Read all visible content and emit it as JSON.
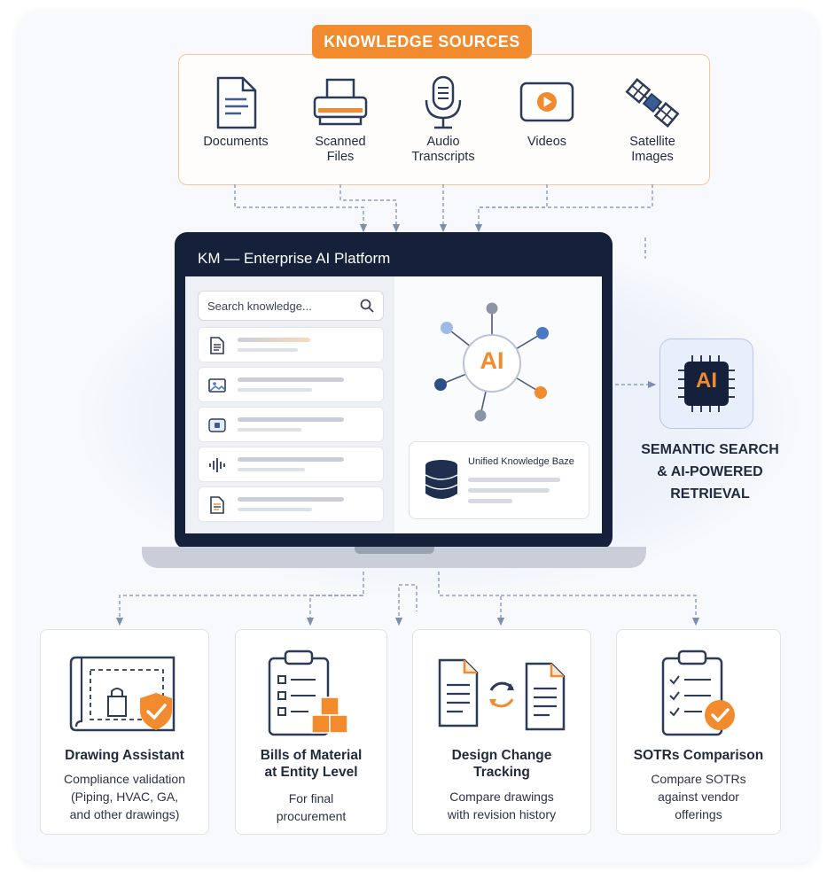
{
  "sources": {
    "title": "KNOWLEDGE SOURCES",
    "items": [
      {
        "label": "Documents",
        "icon": "document-icon"
      },
      {
        "label": "Scanned\nFiles",
        "icon": "scanner-icon"
      },
      {
        "label": "Audio\nTranscripts",
        "icon": "microphone-icon"
      },
      {
        "label": "Videos",
        "icon": "video-icon"
      },
      {
        "label": "Satellite\nImages",
        "icon": "satellite-icon"
      }
    ]
  },
  "platform": {
    "title": "KM — Enterprise AI Platform",
    "search_placeholder": "Search knowledge...",
    "rows": [
      "document-icon",
      "image-icon",
      "video-icon",
      "audio-icon",
      "document-icon"
    ],
    "ai_label": "AI",
    "knowledge_base": "Unified Knowledge Baze"
  },
  "semantic": {
    "chip_label": "AI",
    "text": "SEMANTIC SEARCH\n& AI-POWERED\nRETRIEVAL"
  },
  "outputs": [
    {
      "title": "Drawing Assistant",
      "desc": "Compliance validation\n(Piping, HVAC, GA,\nand other drawings)",
      "icon": "blueprint-shield-icon"
    },
    {
      "title": "Bills of Material\nat Entity Level",
      "desc": "For final\nprocurement",
      "icon": "clipboard-boxes-icon"
    },
    {
      "title": "Design Change\nTracking",
      "desc": "Compare drawings\nwith revision history",
      "icon": "document-compare-icon"
    },
    {
      "title": "SOTRs Comparison",
      "desc": "Compare SOTRs\nagainst vendor\nofferings",
      "icon": "clipboard-check-icon"
    }
  ],
  "colors": {
    "accent": "#f28a2e",
    "navy": "#15203a",
    "blue": "#2c4f86",
    "node_blue": "#4a78c2"
  }
}
